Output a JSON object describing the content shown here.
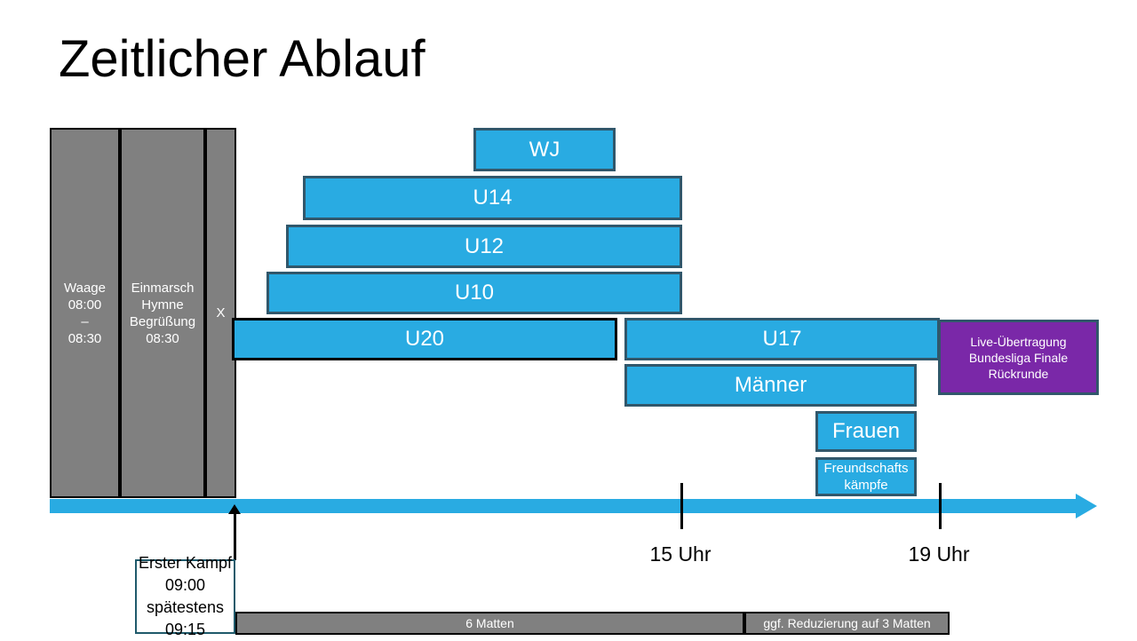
{
  "slide": {
    "title": "Zeitlicher Ablauf",
    "accent_blue": "#29ABE2",
    "bar_border": "#31576B",
    "gray": "#808080",
    "purple": "#7A28A8",
    "background": "#FFFFFF"
  },
  "preparation_columns": [
    {
      "label": "Waage\n08:00\n–\n08:30"
    },
    {
      "label": "Einmarsch\nHymne\nBegrüßung\n08:30"
    },
    {
      "label": "X"
    }
  ],
  "category_bars": [
    {
      "label": "WJ"
    },
    {
      "label": "U14"
    },
    {
      "label": "U12"
    },
    {
      "label": "U10"
    },
    {
      "label": "U20"
    },
    {
      "label": "U17"
    },
    {
      "label": "Männer"
    },
    {
      "label": "Frauen"
    },
    {
      "label": "Freundschafts\nkämpfe"
    }
  ],
  "live_broadcast": {
    "label": "Live-Übertragung\nBundesliga Finale\nRückrunde"
  },
  "timeline": {
    "ticks": [
      {
        "label": "15 Uhr"
      },
      {
        "label": "19 Uhr"
      }
    ]
  },
  "callout": {
    "label": "Erster Kampf\n09:00\nspätestens\n09:15"
  },
  "mat_strips": [
    {
      "label": "6 Matten"
    },
    {
      "label": "ggf. Reduzierung auf 3 Matten"
    }
  ]
}
